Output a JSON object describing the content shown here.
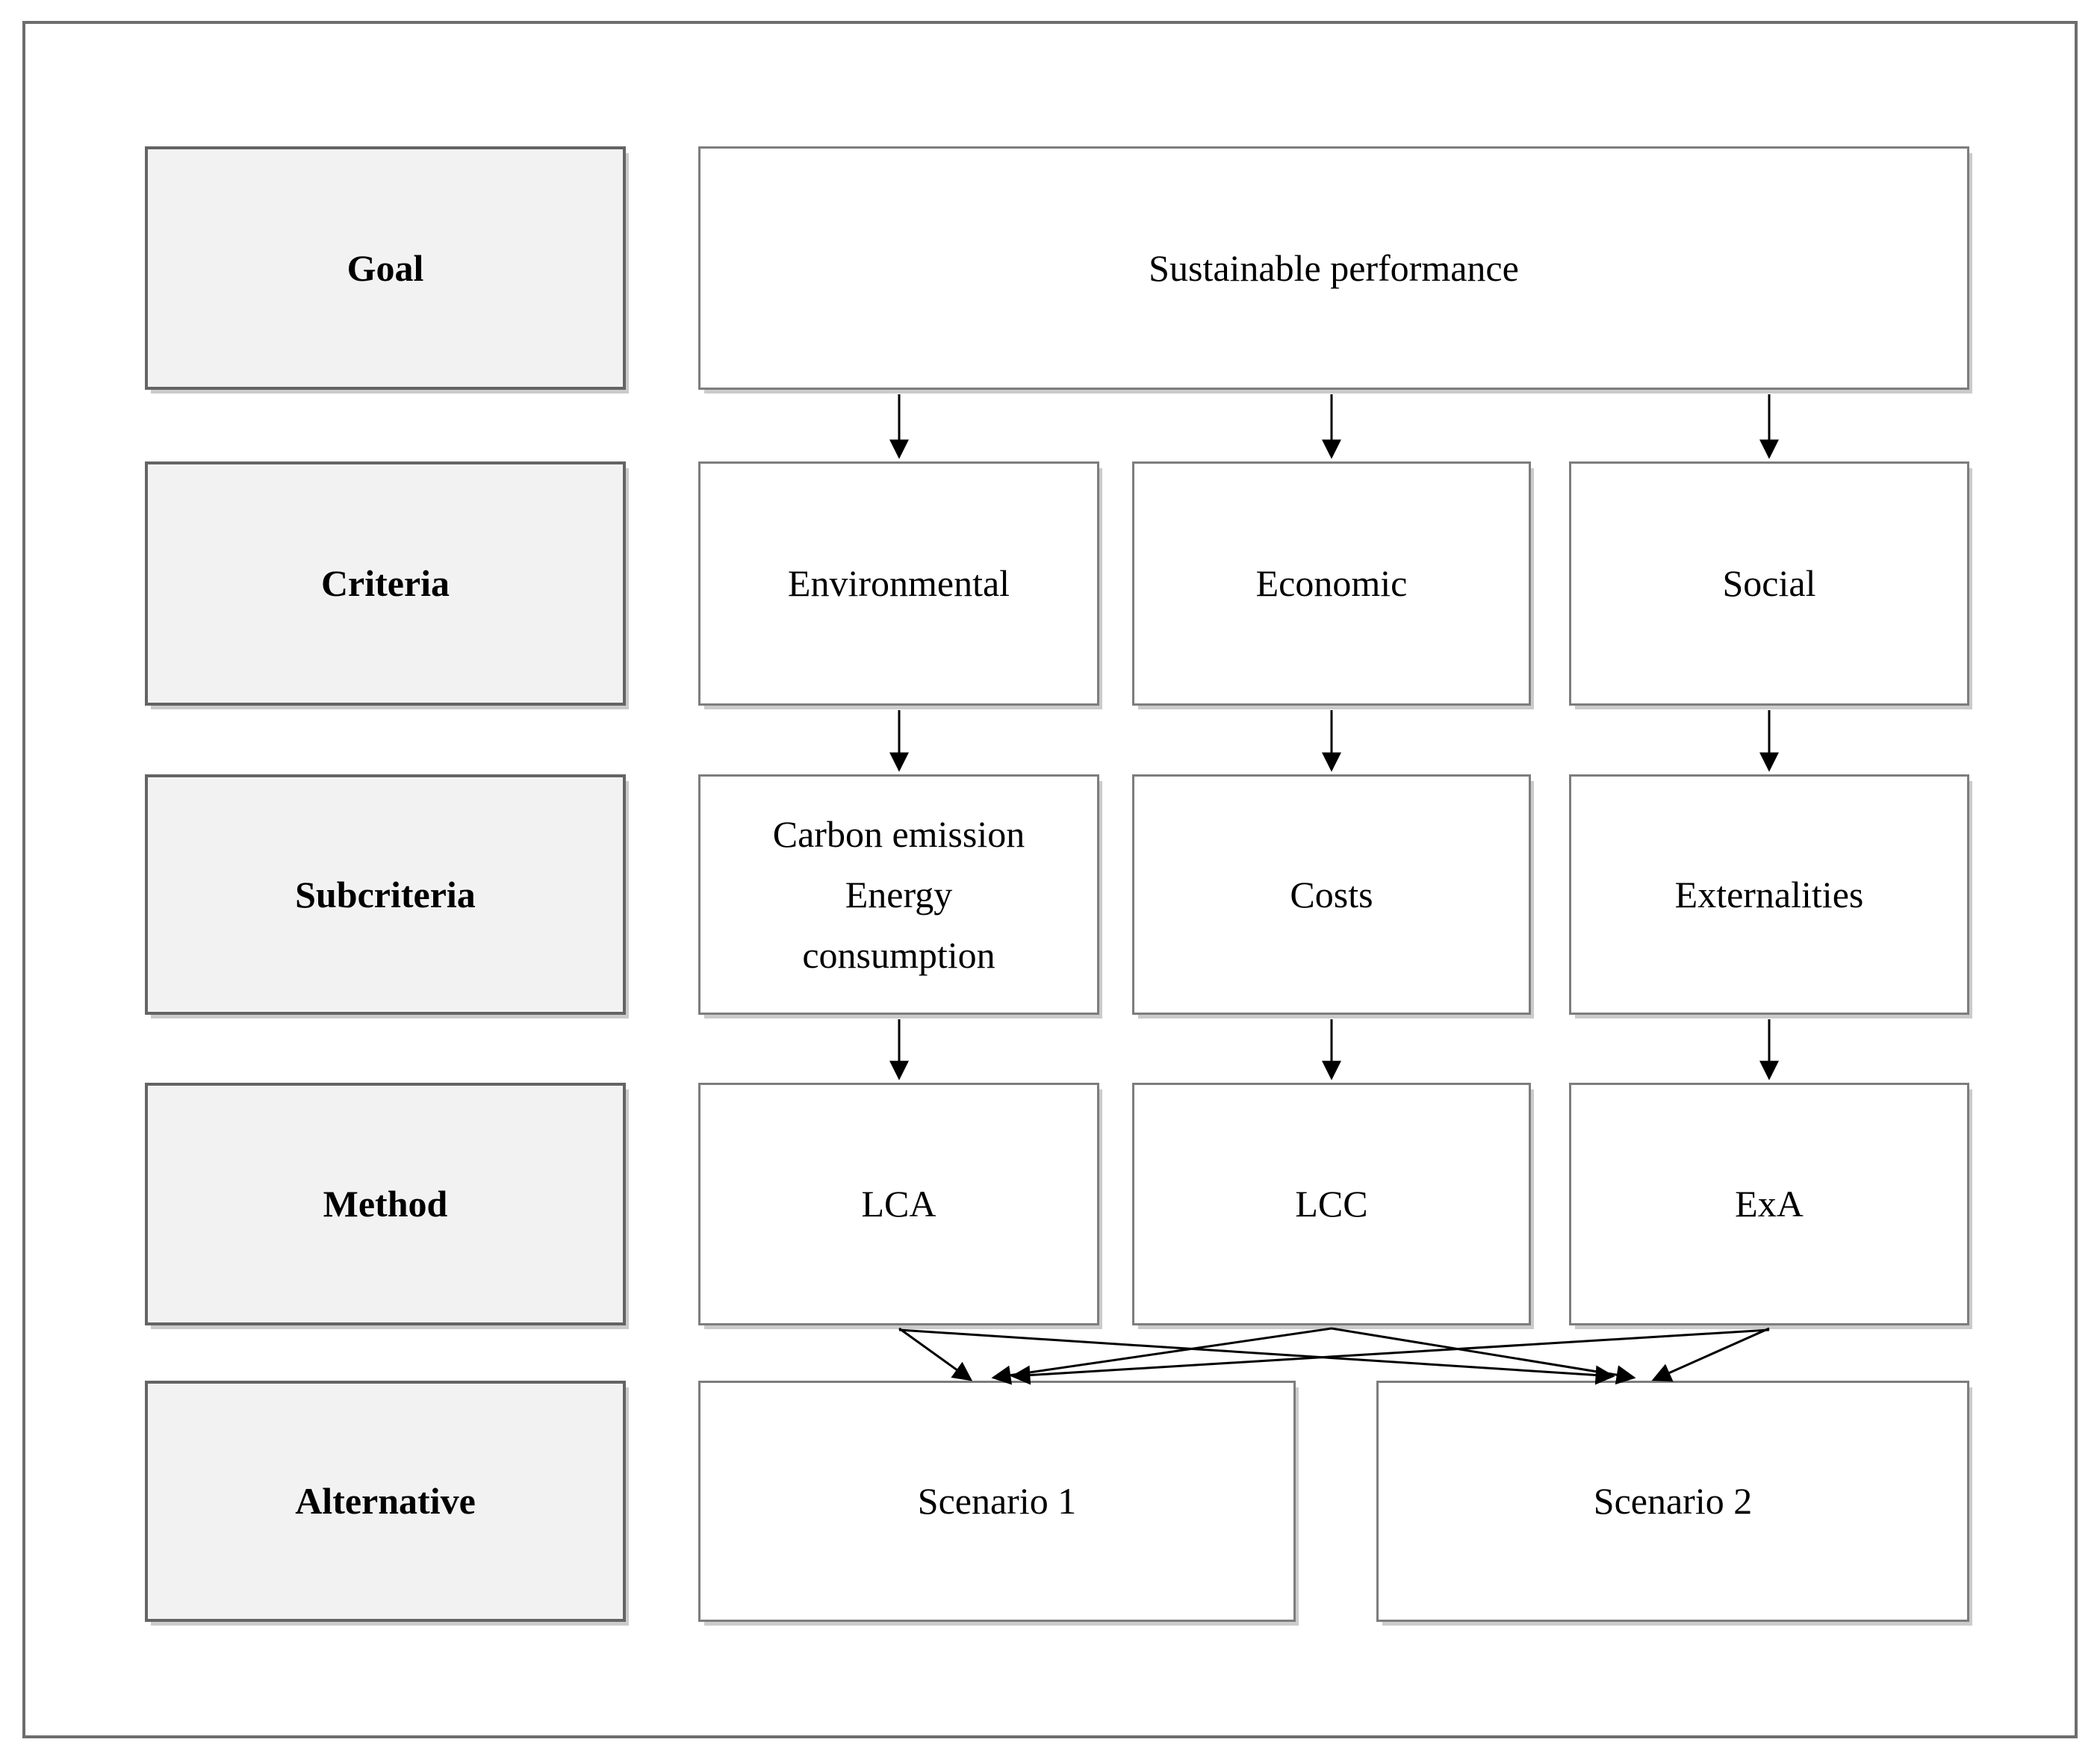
{
  "diagram": {
    "description": "AHP-style sustainability assessment hierarchy diagram",
    "rows": [
      {
        "id": "goal",
        "label": "Goal"
      },
      {
        "id": "criteria",
        "label": "Criteria"
      },
      {
        "id": "subcriteria",
        "label": "Subcriteria"
      },
      {
        "id": "method",
        "label": "Method"
      },
      {
        "id": "alternative",
        "label": "Alternative"
      }
    ],
    "goal": {
      "text": "Sustainable performance"
    },
    "criteria": {
      "environmental": "Environmental",
      "economic": "Economic",
      "social": "Social"
    },
    "subcriteria": {
      "environmental": {
        "line1": "Carbon emission",
        "line2": "Energy",
        "line3": "consumption"
      },
      "economic": "Costs",
      "social": "Externalities"
    },
    "method": {
      "environmental": "LCA",
      "economic": "LCC",
      "social": "ExA"
    },
    "alternatives": {
      "scenario1": "Scenario 1",
      "scenario2": "Scenario 2"
    },
    "edges": [
      {
        "from": "sustainable-performance",
        "to": "environmental"
      },
      {
        "from": "sustainable-performance",
        "to": "economic"
      },
      {
        "from": "sustainable-performance",
        "to": "social"
      },
      {
        "from": "environmental",
        "to": "carbon-emission-energy-consumption"
      },
      {
        "from": "economic",
        "to": "costs"
      },
      {
        "from": "social",
        "to": "externalities"
      },
      {
        "from": "carbon-emission-energy-consumption",
        "to": "lca"
      },
      {
        "from": "costs",
        "to": "lcc"
      },
      {
        "from": "externalities",
        "to": "exa"
      },
      {
        "from": "lca",
        "to": "scenario1"
      },
      {
        "from": "lca",
        "to": "scenario2"
      },
      {
        "from": "lcc",
        "to": "scenario1"
      },
      {
        "from": "lcc",
        "to": "scenario2"
      },
      {
        "from": "exa",
        "to": "scenario1"
      },
      {
        "from": "exa",
        "to": "scenario2"
      }
    ],
    "colors": {
      "label_fill": "#f2f2f2",
      "node_fill": "#ffffff",
      "label_border": "#646464",
      "node_border": "#7d7d7d",
      "frame_border": "#6d6d6d",
      "arrow": "#000000",
      "text": "#000000"
    }
  }
}
